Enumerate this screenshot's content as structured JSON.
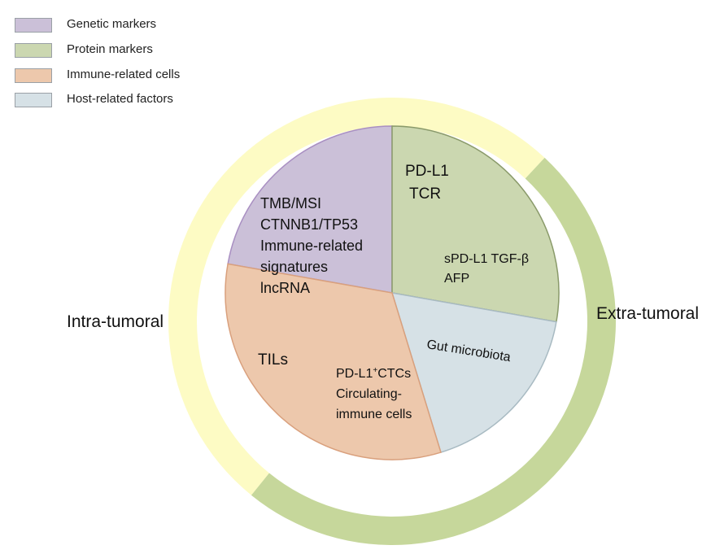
{
  "legend": [
    {
      "label": "Genetic markers",
      "color": "#cbc0d8"
    },
    {
      "label": "Protein markers",
      "color": "#cbd7b0"
    },
    {
      "label": "Immune-related cells",
      "color": "#edc8ac"
    },
    {
      "label": "Host-related factors",
      "color": "#d6e1e6"
    }
  ],
  "ring": {
    "intra_label": "Intra-tumoral",
    "extra_label": "Extra-tumoral",
    "intra_color": "#fdfbc4",
    "extra_color": "#c6d79b"
  },
  "segments": {
    "genetic": {
      "color": "#cbc0d8",
      "border": "#a98fc2",
      "lines": [
        "TMB/MSI",
        "CTNNB1/TP53",
        "Immune-related",
        "signatures",
        "lncRNA"
      ]
    },
    "protein": {
      "color": "#cbd7b0",
      "border": "#8a9a6a",
      "lines_top": [
        "PD-L1",
        "TCR"
      ],
      "lines_bottom": [
        "sPD-L1 TGF-β",
        "AFP"
      ]
    },
    "immune": {
      "color": "#edc8ac",
      "border": "#d9a07d",
      "tils": "TILs",
      "ctc_prefix": "PD-L1",
      "ctc_sup": "+",
      "ctc_suffix": "CTCs",
      "lines": [
        "Circulating-",
        "immune cells"
      ]
    },
    "host": {
      "color": "#d6e1e6",
      "border": "#a8bac2",
      "label": "Gut microbiota"
    }
  }
}
